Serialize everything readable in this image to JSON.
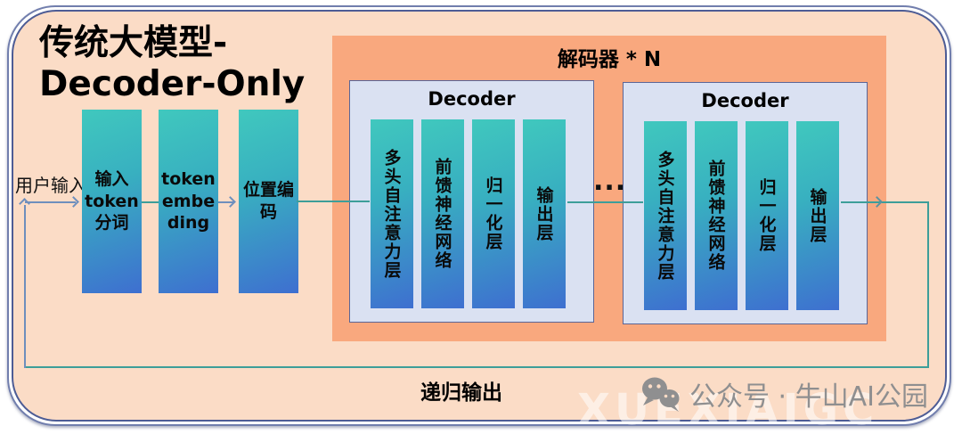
{
  "title": {
    "text": "传统大模型-\nDecoder-Only"
  },
  "labels": {
    "user_input": "用户输入",
    "recursive_output": "递归输出",
    "dots": "..."
  },
  "input_pipeline": [
    {
      "label": "输入\ntoken\n分词"
    },
    {
      "label": "token\nembe\nding"
    },
    {
      "label": "位置编\n码"
    }
  ],
  "decoder_group": {
    "title": "解码器 * N",
    "decoders": [
      {
        "title": "Decoder",
        "layers": [
          "多头自注意力层",
          "前馈神经网络",
          "归一化层",
          "输出层"
        ]
      },
      {
        "title": "Decoder",
        "layers": [
          "多头自注意力层",
          "前馈神经网络",
          "归一化层",
          "输出层"
        ]
      }
    ]
  },
  "watermark": {
    "icon": "wechat-icon",
    "text": "公众号 · 牛山AI公园",
    "background_text": "XUEXIAIGC"
  },
  "colors": {
    "panel_bg": "#fbdcc6",
    "group_bg": "#f9a87e",
    "decoder_bg": "#dae1f2",
    "bar_gradient_top": "#40c8be",
    "bar_gradient_bottom": "#3e6fd0",
    "line_teal": "#3d9e99",
    "line_blue": "#6e8fbd",
    "frame_border": "#4d5c95"
  }
}
